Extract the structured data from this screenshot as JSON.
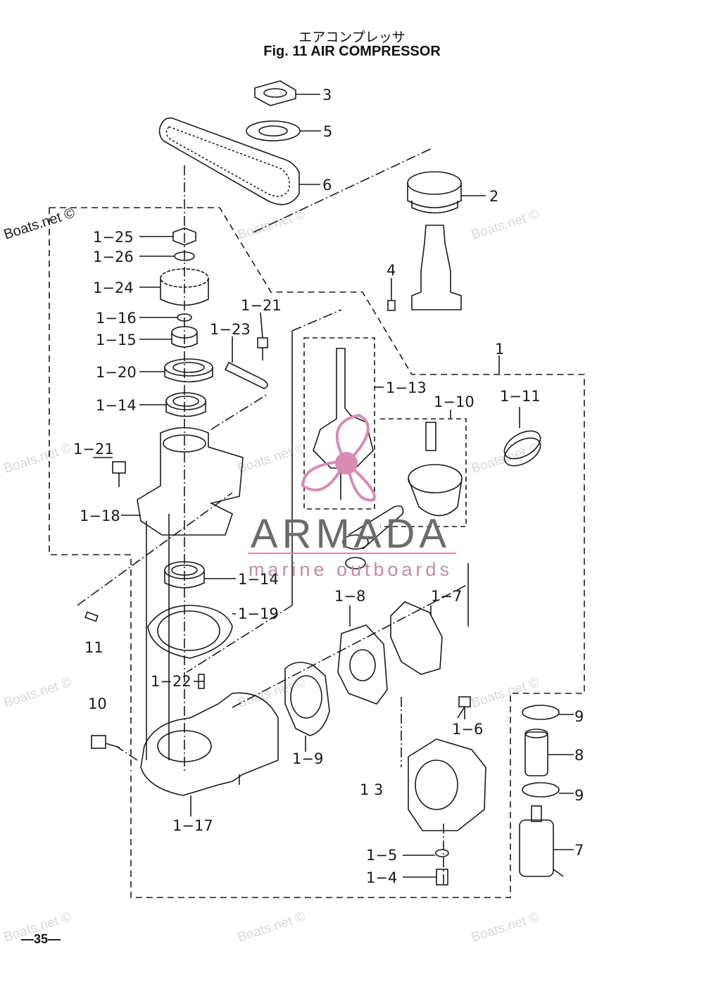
{
  "title": {
    "japanese": "エアコンプレッサ",
    "english": "Fig. 11   AIR COMPRESSOR"
  },
  "page_number": "—35—",
  "watermark": {
    "site": "Boats.net ©",
    "brand": "ARMADA",
    "brand_sub": "marine outboards"
  },
  "colors": {
    "line": "#1a1a1a",
    "logo_pink": "#d98bb4",
    "logo_gray": "#6b6b6b",
    "watermark": "#d8d8d8"
  },
  "callouts": [
    {
      "id": "3",
      "text": "3"
    },
    {
      "id": "5",
      "text": "5"
    },
    {
      "id": "6",
      "text": "6"
    },
    {
      "id": "2",
      "text": "2"
    },
    {
      "id": "4",
      "text": "4"
    },
    {
      "id": "1",
      "text": "1"
    },
    {
      "id": "1-25",
      "text": "1−25"
    },
    {
      "id": "1-26",
      "text": "1−26"
    },
    {
      "id": "1-24",
      "text": "1−24"
    },
    {
      "id": "1-16",
      "text": "1−16"
    },
    {
      "id": "1-15",
      "text": "1−15"
    },
    {
      "id": "1-21a",
      "text": "1−21"
    },
    {
      "id": "1-23",
      "text": "1−23"
    },
    {
      "id": "1-20",
      "text": "1−20"
    },
    {
      "id": "1-13",
      "text": "1−13"
    },
    {
      "id": "1-14a",
      "text": "1−14"
    },
    {
      "id": "1-10",
      "text": "1−10"
    },
    {
      "id": "1-11",
      "text": "1−11"
    },
    {
      "id": "1-21b",
      "text": "1−21"
    },
    {
      "id": "1-18",
      "text": "1−18"
    },
    {
      "id": "1-14b",
      "text": "1−14"
    },
    {
      "id": "1-8",
      "text": "1−8"
    },
    {
      "id": "1-7",
      "text": "1−7"
    },
    {
      "id": "1-19",
      "text": "1−19"
    },
    {
      "id": "11",
      "text": "11"
    },
    {
      "id": "1-22",
      "text": "1−22"
    },
    {
      "id": "10",
      "text": "10"
    },
    {
      "id": "1-6",
      "text": "1−6"
    },
    {
      "id": "9a",
      "text": "9"
    },
    {
      "id": "8",
      "text": "8"
    },
    {
      "id": "1-9",
      "text": "1−9"
    },
    {
      "id": "1-3",
      "text": "1  3"
    },
    {
      "id": "9b",
      "text": "9"
    },
    {
      "id": "1-17",
      "text": "1−17"
    },
    {
      "id": "7",
      "text": "7"
    },
    {
      "id": "1-5",
      "text": "1−5"
    },
    {
      "id": "1-4",
      "text": "1−4"
    }
  ]
}
